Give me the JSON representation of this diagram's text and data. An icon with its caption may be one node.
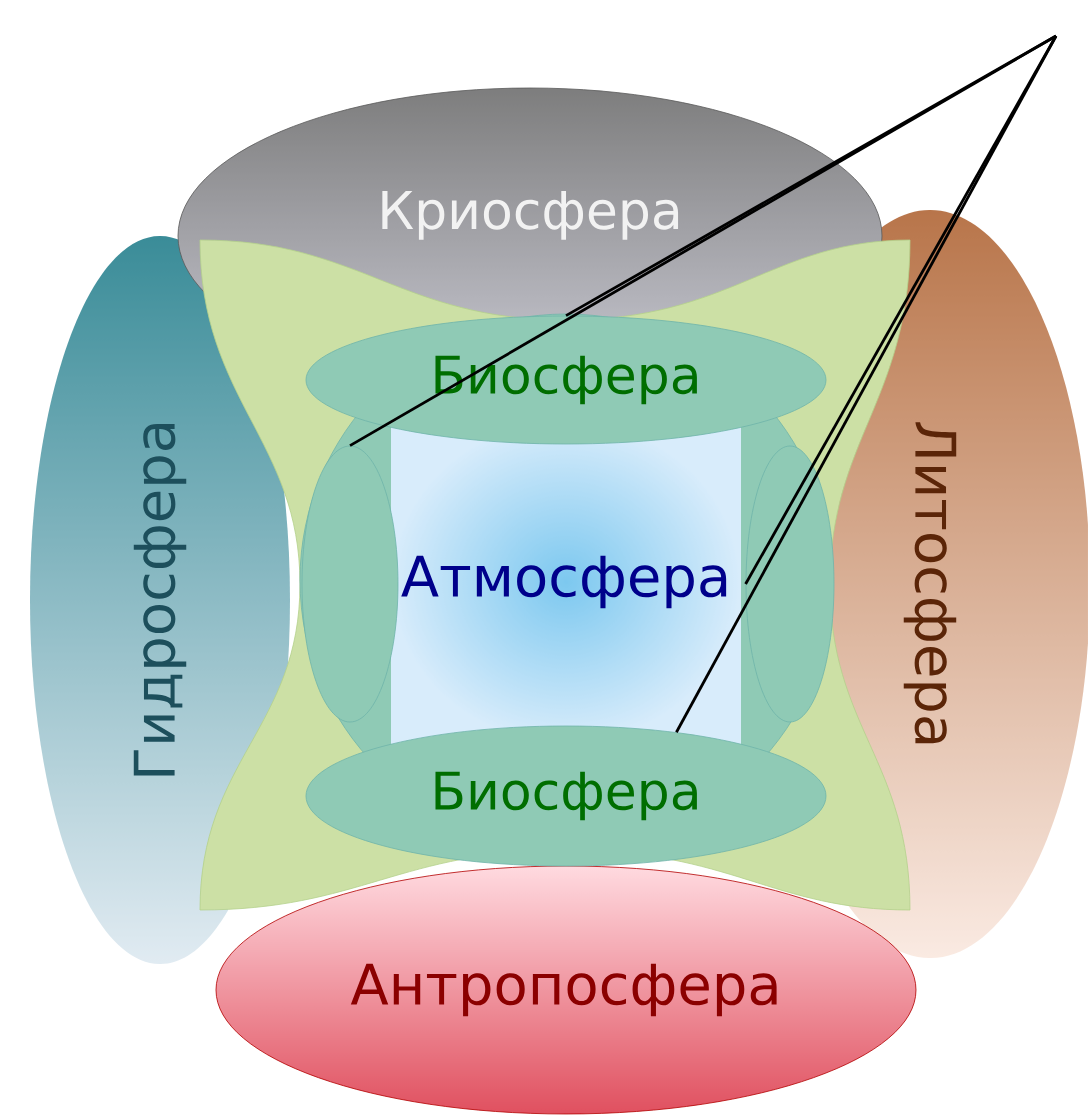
{
  "diagram": {
    "nodes": [
      {
        "text": [
          "Криосфера"
        ]
      },
      {
        "text": [
          "Гидросфера"
        ]
      },
      {
        "text": [
          "Литосфера"
        ]
      },
      {
        "text": [
          "Антропосфера"
        ]
      },
      {
        "text": [
          "Атмосфера"
        ]
      },
      {
        "text": [
          "Биосфера"
        ]
      },
      {
        "text": [],
        "shape": "ellipse"
      },
      {
        "text": [],
        "shape": "ellipse"
      },
      {
        "text": [
          "Биосфера"
        ]
      }
    ],
    "edges": [
      {
        "from": null,
        "to": 5,
        "arrow": "none"
      },
      {
        "from": null,
        "to": 6,
        "arrow": "none"
      },
      {
        "from": null,
        "to": 7,
        "arrow": "none"
      },
      {
        "from": null,
        "to": 8,
        "arrow": "none"
      }
    ]
  }
}
